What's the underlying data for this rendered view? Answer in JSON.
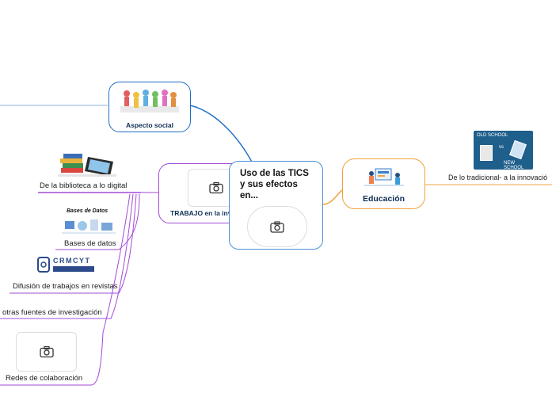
{
  "central": {
    "title": "Uso de las TICS y sus efectos en..."
  },
  "nodes": {
    "aspecto_social": "Aspecto social",
    "trabajo": "TRABAJO en la inv",
    "educacion": "Educación",
    "tradicional": "De lo tradicional- a la innovació",
    "biblioteca": "De la biblioteca a lo digital",
    "bases": "Bases de datos",
    "bases_img_text": "Bases de Datos",
    "difusion": "Difusión de trabajos en revistas",
    "crmcyt_logo": "CRMCYT",
    "otras": "otras fuentes de investigación",
    "redes": "Redes de colaboración"
  },
  "tradicional_img_words": [
    "OLD SCHOOL",
    "vs",
    "NEW SCHOOL"
  ],
  "colors": {
    "blue": "#1e6fc5",
    "purple": "#a34bd8",
    "orange": "#f0a23c",
    "pale_blue": "#8fb3e8",
    "central_border": "#4a8fd6"
  },
  "icons": [
    "camera-icon",
    "people-illustration",
    "books-tablet-illustration",
    "database-illustration",
    "crmcyt-logo",
    "education-illustration",
    "old-vs-new-school-image"
  ]
}
